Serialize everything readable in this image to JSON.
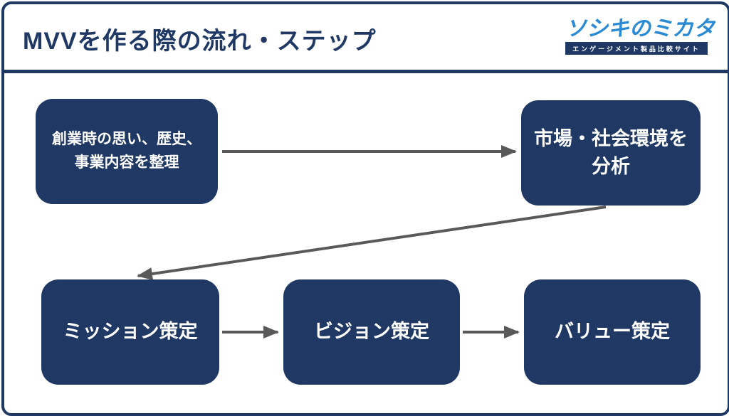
{
  "page": {
    "border_color": "#1f3864",
    "background_color": "#ffffff"
  },
  "header": {
    "title": "MVVを作る際の流れ・ステップ",
    "title_color": "#1f3864"
  },
  "logo": {
    "text": "ソシキのミカタ",
    "text_color": "#2a8ad4",
    "tagline": "エンゲージメント製品比較サイト",
    "tagline_bar_color": "#1f3864",
    "tagline_text_color": "#ffffff"
  },
  "diagram": {
    "node_fill_color": "#1f3864",
    "node_text_color": "#ffffff",
    "arrow_color": "#595959",
    "nodes": [
      {
        "id": "founding",
        "label": "創業時の思い、歴史、\n事業内容を整理"
      },
      {
        "id": "market-analysis",
        "label": "市場・社会環境を\n分析"
      },
      {
        "id": "mission",
        "label": "ミッション策定"
      },
      {
        "id": "vision",
        "label": "ビジョン策定"
      },
      {
        "id": "values",
        "label": "バリュー策定"
      }
    ],
    "arrows": [
      {
        "id": "arrow-founding-to-market",
        "from": "founding",
        "to": "market-analysis"
      },
      {
        "id": "arrow-market-to-mission",
        "from": "market-analysis",
        "to": "mission"
      },
      {
        "id": "arrow-mission-to-vision",
        "from": "mission",
        "to": "vision"
      },
      {
        "id": "arrow-vision-to-values",
        "from": "vision",
        "to": "values"
      }
    ]
  }
}
